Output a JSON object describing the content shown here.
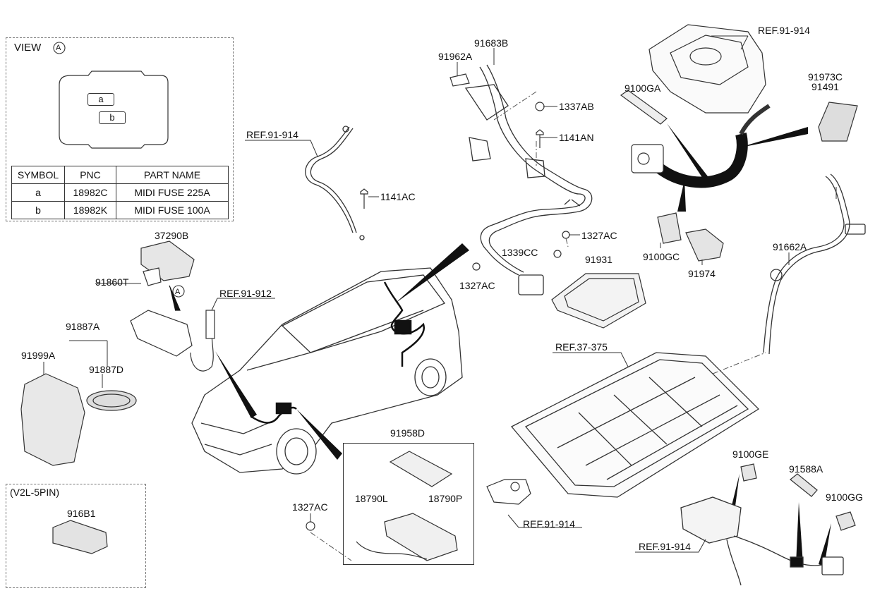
{
  "view_panel": {
    "title": "VIEW",
    "title_marker": "A",
    "fuse_slots": [
      "a",
      "b"
    ],
    "table": {
      "headers": [
        "SYMBOL",
        "PNC",
        "PART NAME"
      ],
      "rows": [
        {
          "symbol": "a",
          "pnc": "18982C",
          "part_name": "MIDI FUSE 225A"
        },
        {
          "symbol": "b",
          "pnc": "18982K",
          "part_name": "MIDI FUSE 100A"
        }
      ]
    }
  },
  "v2l_panel": {
    "title": "(V2L-5PIN)",
    "part": "916B1"
  },
  "part_labels": {
    "p91683B": "91683B",
    "p91962A": "91962A",
    "p1337AB": "1337AB",
    "p1141AN": "1141AN",
    "p1141AC": "1141AC",
    "p1327AC_a": "1327AC",
    "p1339CC": "1339CC",
    "p1327AC_b": "1327AC",
    "p91931": "91931",
    "p9100GA": "9100GA",
    "p91973C": "91973C",
    "p91491": "91491",
    "p9100GC": "9100GC",
    "p91974": "91974",
    "p91662A": "91662A",
    "p37290B": "37290B",
    "p91860T": "91860T",
    "p91887A": "91887A",
    "p91999A": "91999A",
    "p91887D": "91887D",
    "p91958D": "91958D",
    "p18790L": "18790L",
    "p18790P": "18790P",
    "p1327AC_c": "1327AC",
    "p9100GE": "9100GE",
    "p91588A": "91588A",
    "p9100GG": "9100GG",
    "view_marker": "A"
  },
  "ref_labels": {
    "ref_top_left": "REF.91-914",
    "ref_top_right": "REF.91-914",
    "ref_91_912": "REF.91-912",
    "ref_37_375": "REF.37-375",
    "ref_bottom_mid": "REF.91-914",
    "ref_bottom_right": "REF.91-914"
  }
}
